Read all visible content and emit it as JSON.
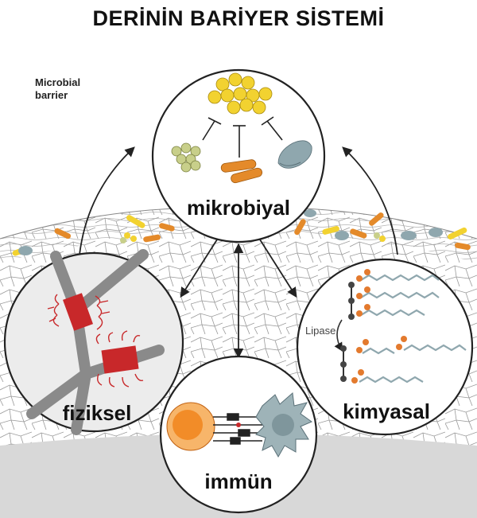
{
  "title": "DERİNİN BARİYER SİSTEMİ",
  "microbial_barrier": [
    "Microbial",
    "barrier"
  ],
  "nodes": {
    "top": "mikrobiyal",
    "left": "fiziksel",
    "bottom": "immün",
    "right": "kimyasal"
  },
  "lipase_label": "Lipase",
  "colors": {
    "bacteria_yellow": "#f2d230",
    "bacteria_green": "#c8cf8a",
    "rod_orange": "#e48a2a",
    "rod_gray": "#8fa7ae",
    "desmosome_red": "#c8282a",
    "lipid_orange": "#e37a2e",
    "lipid_chain": "#8fa7ae",
    "cell_orange": "#f28c28",
    "cell_gray": "#9eb3b8"
  }
}
